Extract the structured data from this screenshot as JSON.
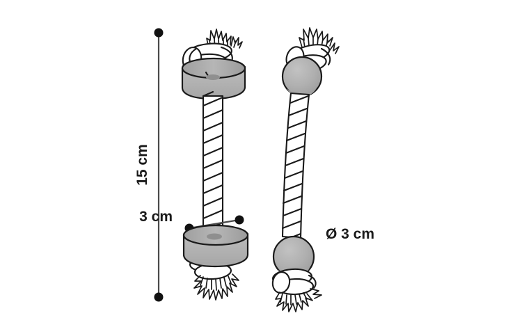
{
  "illustration": {
    "title": "Rope toy dimension drawing",
    "background_color": "#ffffff",
    "line_color": "#1a1a1a",
    "disc_fill": "#b9b9b9",
    "disc_shade": "#a3a3a3",
    "ball_fill": "#ababab",
    "ball_highlight": "#bdbdbd",
    "ball_shade": "#9a9a9a",
    "rope_fill": "#ffffff",
    "dimension_line_color": "#4a4a4a",
    "dimension_dot_color": "#111111"
  },
  "dimensions": {
    "height": {
      "label": "15 cm",
      "orientation": "vertical",
      "value": 15,
      "unit": "cm"
    },
    "disc_width": {
      "label": "3 cm",
      "orientation": "horizontal",
      "value": 3,
      "unit": "cm"
    },
    "ball_diameter": {
      "label": "Ø 3 cm",
      "orientation": "horizontal",
      "value": 3,
      "unit": "cm",
      "symbol": "Ø"
    }
  },
  "objects": [
    {
      "name": "rope-toy-with-discs",
      "position": "left",
      "parts": [
        "frayed-end-top",
        "knot-top",
        "disc-top",
        "twisted-rope",
        "disc-bottom",
        "knot-bottom",
        "frayed-end-bottom"
      ]
    },
    {
      "name": "rope-toy-with-balls",
      "position": "right",
      "parts": [
        "frayed-end-top",
        "knot-top",
        "ball-top",
        "twisted-rope",
        "ball-bottom",
        "knot-bottom",
        "frayed-end-bottom"
      ]
    }
  ]
}
